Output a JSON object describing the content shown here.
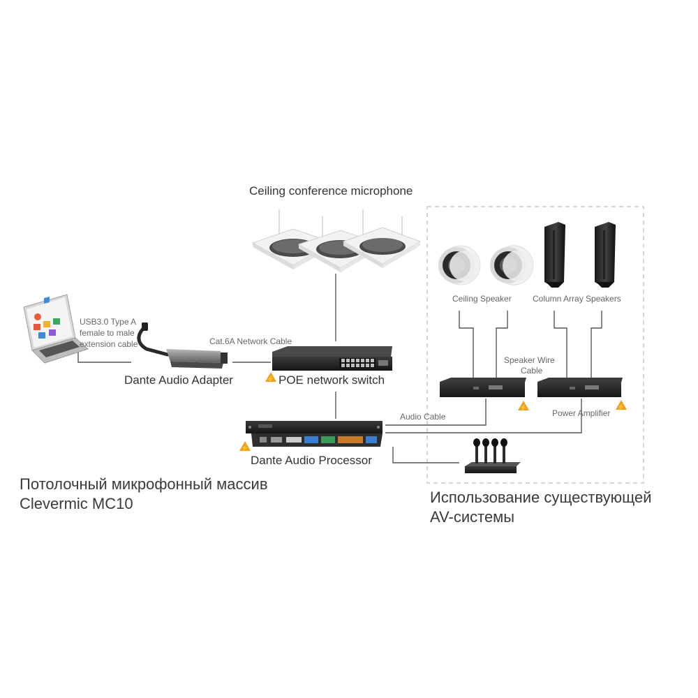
{
  "labels": {
    "ceiling_mic": "Ceiling conference microphone",
    "usb_cable_line1": "USB3.0 Type A",
    "usb_cable_line2": "female to male",
    "usb_cable_line3": "extension cable",
    "network_cable": "Cat.6A Network Cable",
    "dante_adapter": "Dante Audio Adapter",
    "poe_switch": "POE network switch",
    "ceiling_speaker": "Ceiling Speaker",
    "column_speakers": "Column Array Speakers",
    "speaker_wire_line1": "Speaker Wire",
    "speaker_wire_line2": "Cable",
    "audio_cable": "Audio Cable",
    "power_amplifier": "Power Amplifier",
    "dante_processor": "Dante Audio Processor"
  },
  "captions": {
    "left_line1": "Потолочный микрофонный массив",
    "left_line2": "Clevermic MC10",
    "right_line1": "Использование существующей",
    "right_line2": "AV-системы"
  },
  "colors": {
    "device_dark": "#2b2b2b",
    "warning": "#f0a020",
    "dashed_box": "#c8c8c8"
  }
}
